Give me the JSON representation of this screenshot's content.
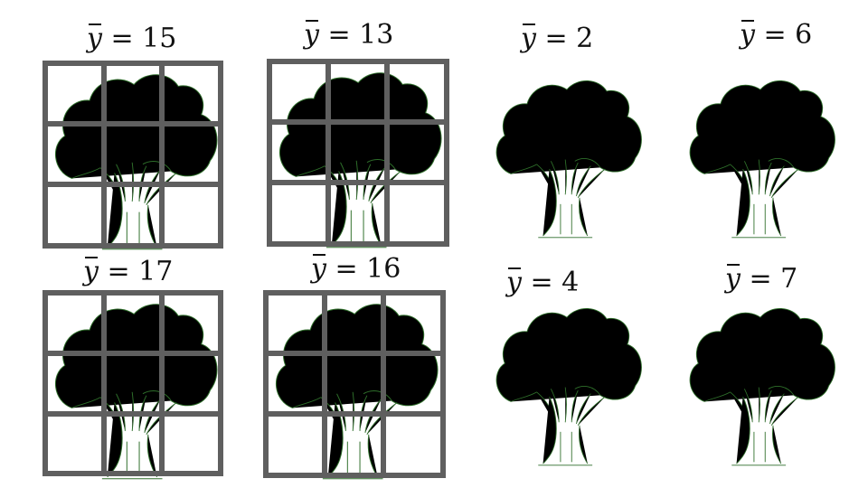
{
  "colors": {
    "tree": "#2e6e2a",
    "grid": "#5f5f5f",
    "text": "#111111"
  },
  "grid_panels": [
    {
      "label_var": "y",
      "label_rest": " = 15",
      "mean": 15
    },
    {
      "label_var": "y",
      "label_rest": " = 13",
      "mean": 13
    },
    {
      "label_var": "y",
      "label_rest": " = 17",
      "mean": 17
    },
    {
      "label_var": "y",
      "label_rest": " = 16",
      "mean": 16
    }
  ],
  "plain_panels": [
    {
      "label_var": "y",
      "label_rest": " = 2",
      "mean": 2
    },
    {
      "label_var": "y",
      "label_rest": " = 6",
      "mean": 6
    },
    {
      "label_var": "y",
      "label_rest": " = 4",
      "mean": 4
    },
    {
      "label_var": "y",
      "label_rest": " = 7",
      "mean": 7
    }
  ]
}
